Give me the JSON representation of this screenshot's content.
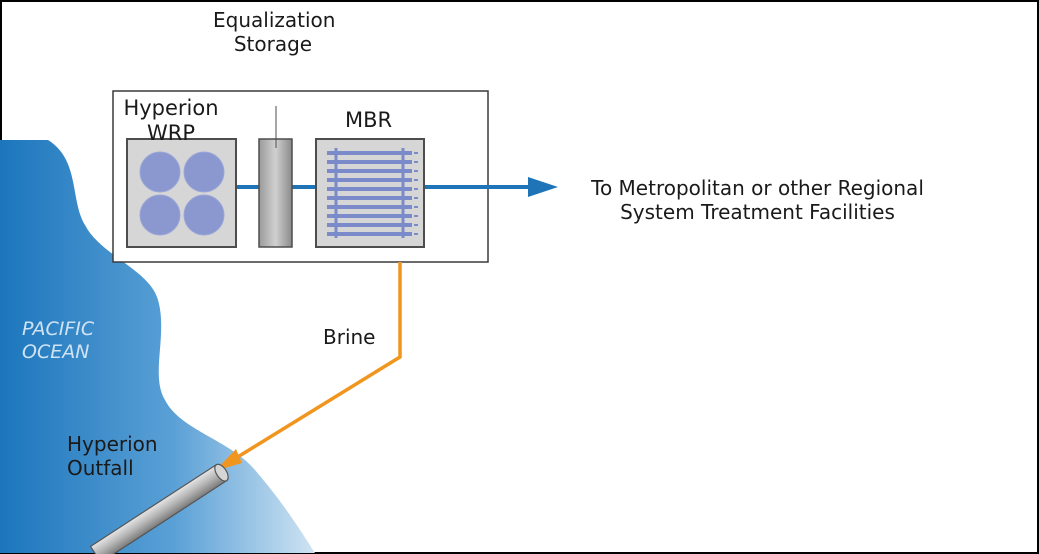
{
  "labels": {
    "equalization": [
      "Equalization",
      "Storage"
    ],
    "hyperion_wrp": [
      "Hyperion",
      "WRP"
    ],
    "mbr": "MBR",
    "destination": [
      "To Metropolitan or other Regional",
      "System Treatment Facilities"
    ],
    "brine": "Brine",
    "ocean": [
      "PACIFIC",
      "OCEAN"
    ],
    "outfall": [
      "Hyperion",
      "Outfall"
    ]
  },
  "colors": {
    "ocean_deep": "#1c76bc",
    "ocean_light": "#cfe3f2",
    "flow_line": "#1f73b7",
    "brine_line": "#f0961e",
    "unit_fill": "#d6d6d6",
    "unit_stroke": "#4d4d4d",
    "basin_fill": "#8a98cf",
    "membrane_line": "#7b8bca",
    "pipe_fill": "#a9a9a9"
  }
}
